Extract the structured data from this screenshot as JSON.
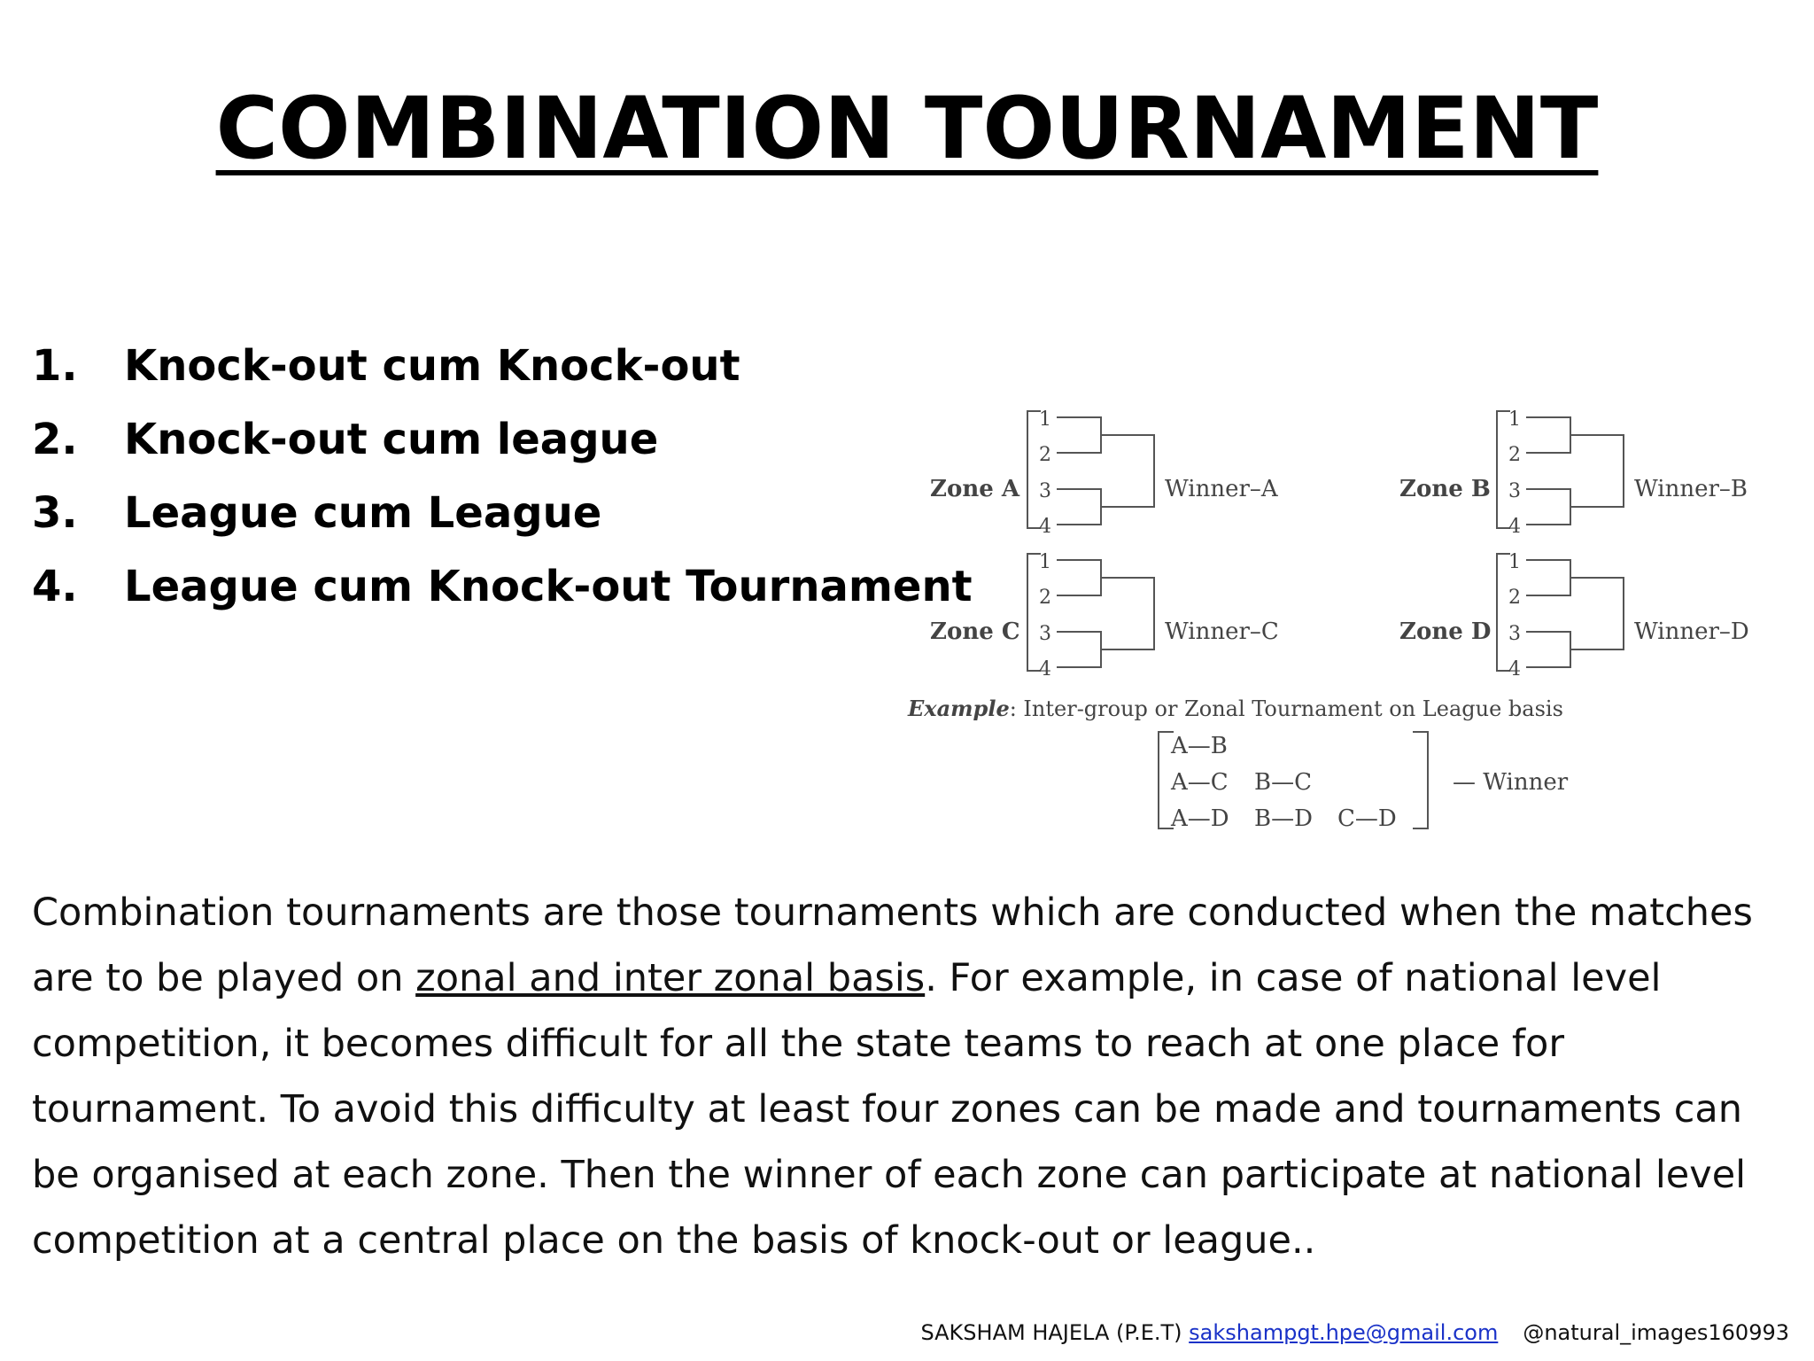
{
  "title": "COMBINATION TOURNAMENT",
  "types": [
    {
      "num": "1.",
      "label": "Knock-out cum Knock-out"
    },
    {
      "num": "2.",
      "label": "Knock-out cum league"
    },
    {
      "num": "3.",
      "label": "League cum League"
    },
    {
      "num": "4.",
      "label": "League cum Knock-out Tournament"
    }
  ],
  "diagram": {
    "zones": [
      {
        "label": "Zone A",
        "winner": "Winner–A"
      },
      {
        "label": "Zone B",
        "winner": "Winner–B"
      },
      {
        "label": "Zone C",
        "winner": "Winner–C"
      },
      {
        "label": "Zone D",
        "winner": "Winner–D"
      }
    ],
    "team_numbers": [
      "1",
      "2",
      "3",
      "4"
    ],
    "example_label": "Example",
    "example_text": ": Inter-group or Zonal Tournament on League basis",
    "league_matches": [
      [
        "A—B"
      ],
      [
        "A—C",
        "B—C"
      ],
      [
        "A—D",
        "B—D",
        "C—D"
      ]
    ],
    "final_winner": "— Winner"
  },
  "paragraph": {
    "part1": "Combination tournaments are those tournaments which are conducted when the matches are to be played on ",
    "underlined": "zonal and inter zonal basis",
    "part2": ". For example, in case of national level competition, it becomes difficult for all the state  teams to reach at one place for tournament. To avoid this difficulty at least four zones can be made and tournaments can be organised at each zone. Then the winner of each zone can participate at national level competition at a central place on the basis of knock-out or league.."
  },
  "footer": {
    "author": "SAKSHAM HAJELA (P.E.T) ",
    "email": "sakshampgt.hpe@gmail.com",
    "handle": "@natural_images160993"
  }
}
